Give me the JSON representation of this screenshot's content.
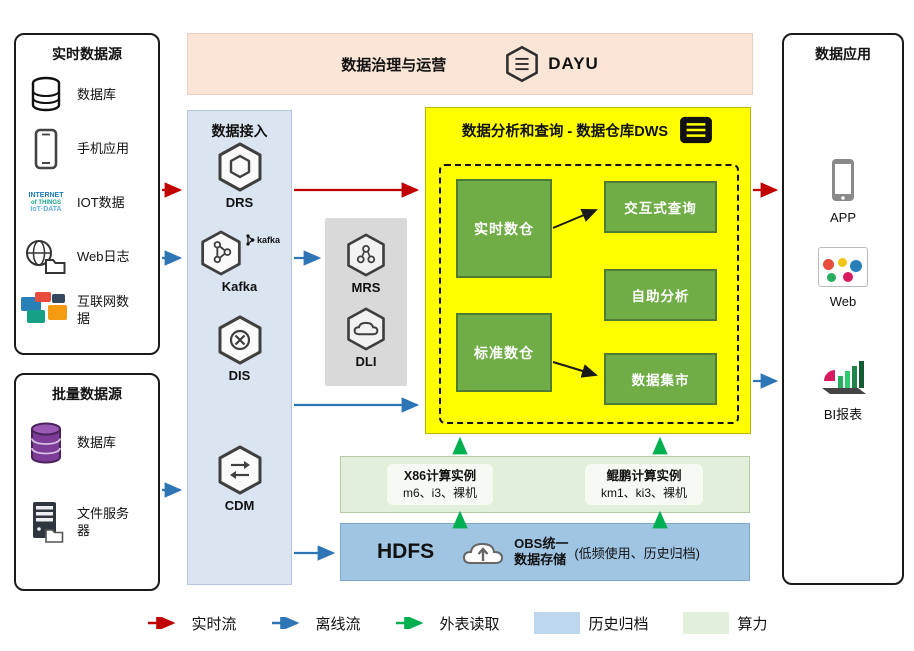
{
  "banner": {
    "title": "数据治理与运营",
    "logo": "DAYU"
  },
  "realtime_sources": {
    "title": "实时数据源",
    "items": [
      {
        "label": "数据库",
        "icon": "database-icon"
      },
      {
        "label": "手机应用",
        "icon": "phone-icon"
      },
      {
        "label": "IOT数据",
        "icon": "iot-wordcloud-icon"
      },
      {
        "label": "Web日志",
        "icon": "globe-folder-icon"
      },
      {
        "label": "互联网数据",
        "icon": "internet-collage-icon"
      }
    ]
  },
  "batch_sources": {
    "title": "批量数据源",
    "items": [
      {
        "label": "数据库",
        "icon": "purple-database-icon"
      },
      {
        "label": "文件服务器",
        "icon": "file-server-icon"
      }
    ]
  },
  "data_access": {
    "title": "数据接入",
    "services": [
      {
        "label": "DRS",
        "icon": "drs-hexagon-icon"
      },
      {
        "label": "Kafka",
        "logo_text": "kafka",
        "icon": "kafka-hexagon-icon"
      },
      {
        "label": "DIS",
        "icon": "dis-hexagon-icon"
      },
      {
        "label": "CDM",
        "icon": "cdm-hexagon-icon"
      }
    ]
  },
  "processing": {
    "services": [
      {
        "label": "MRS",
        "icon": "mrs-hexagon-icon"
      },
      {
        "label": "DLI",
        "icon": "dli-hexagon-icon"
      }
    ]
  },
  "dws": {
    "title": "数据分析和查询 - 数据仓库DWS",
    "warehouses": [
      {
        "label": "实时数仓"
      },
      {
        "label": "标准数仓"
      }
    ],
    "services": [
      {
        "label": "交互式查询"
      },
      {
        "label": "自助分析"
      },
      {
        "label": "数据集市"
      }
    ]
  },
  "applications": {
    "title": "数据应用",
    "items": [
      {
        "label": "APP",
        "icon": "smartphone-icon"
      },
      {
        "label": "Web",
        "icon": "web-dashboard-icon"
      },
      {
        "label": "BI报表",
        "icon": "bi-chart-icon"
      }
    ]
  },
  "compute": {
    "instances": [
      {
        "title": "X86计算实例",
        "subtitle": "m6、i3、裸机"
      },
      {
        "title": "鲲鹏计算实例",
        "subtitle": "km1、ki3、裸机"
      }
    ]
  },
  "storage": {
    "hdfs_label": "HDFS",
    "obs_line1": "OBS统一",
    "obs_line2": "数据存储",
    "note": "(低频使用、历史归档)"
  },
  "legend": {
    "realtime": "实时流",
    "offline": "离线流",
    "external": "外表读取",
    "archive": "历史归档",
    "compute": "算力"
  },
  "colors": {
    "realtime_flow": "#c00000",
    "offline_flow": "#2e75b6",
    "external_read": "#00b050",
    "archive_fill": "#bdd7ee",
    "compute_fill": "#e2efda",
    "dws_fill": "#ffff00",
    "warehouse_green": "#70ad47",
    "access_fill": "#dbe5f1",
    "banner_fill": "#fbe5d6"
  }
}
